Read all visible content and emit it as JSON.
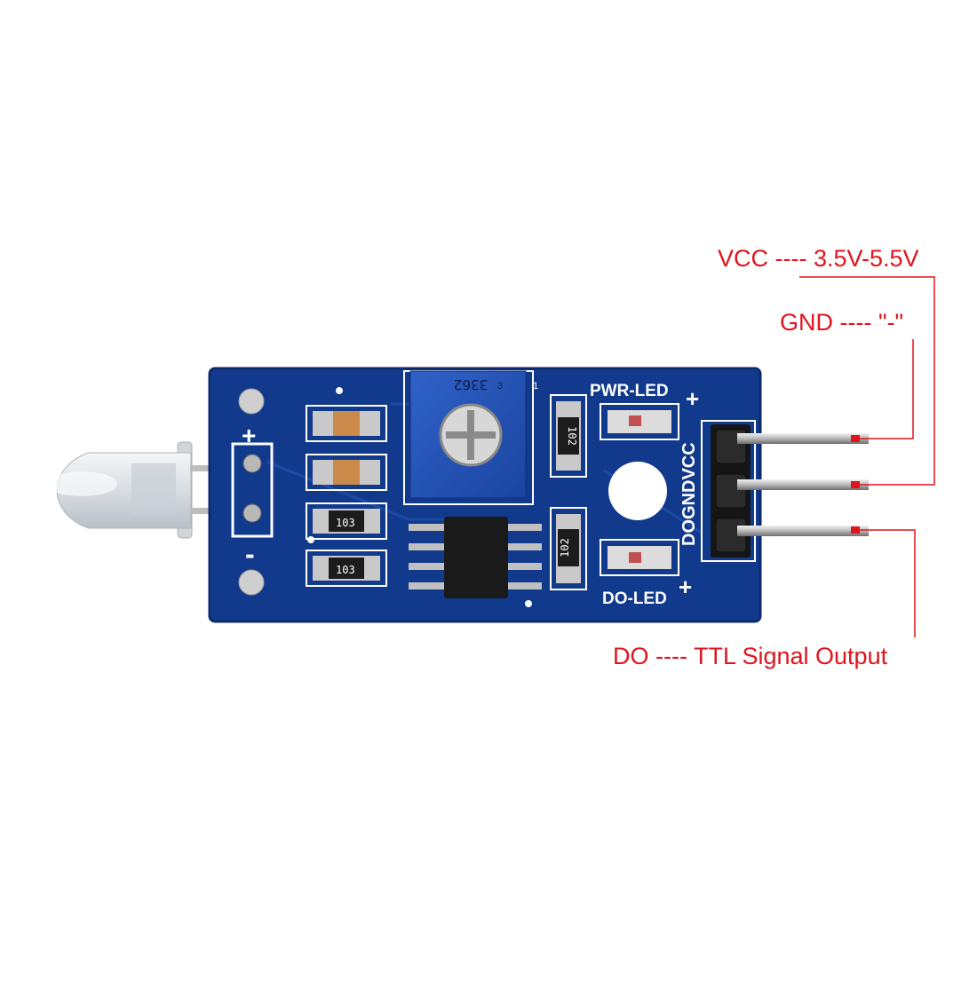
{
  "annotation_color": "#e0141c",
  "board_color": "#123a8c",
  "labels": {
    "vcc": "VCC ---- 3.5V-5.5V",
    "gnd": "GND ---- \"-\"",
    "do": "DO  ---- TTL Signal Output"
  },
  "board": {
    "pwr_led": "PWR-LED",
    "do_led": "DO-LED",
    "plus": "+",
    "minus": "-",
    "pins_label": "DOGNDVCC",
    "pot_code": "3362",
    "pot_pin": "1",
    "pot_pin3": "3",
    "resistor_103": "103",
    "resistor_102": "102"
  }
}
